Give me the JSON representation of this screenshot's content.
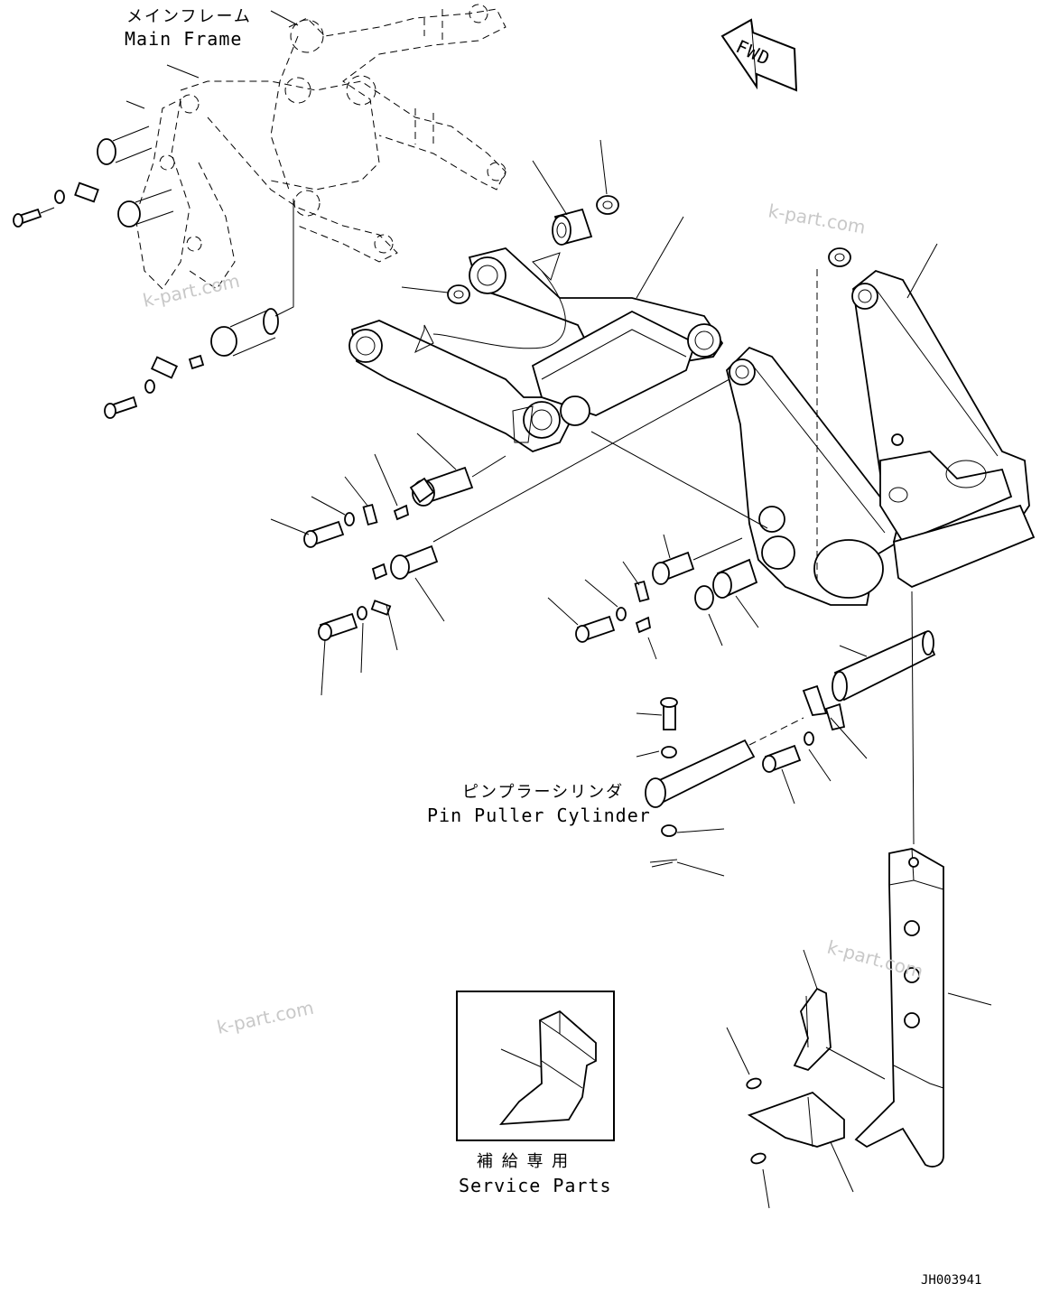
{
  "labels": {
    "main_frame_jp": "メインフレーム",
    "main_frame_en": "Main Frame",
    "fwd": "FWD",
    "pin_puller_jp": "ピンプラーシリンダ",
    "pin_puller_en": "Pin Puller Cylinder",
    "service_parts_jp": "補 給 専 用",
    "service_parts_en": "Service Parts",
    "drawing_code": "JH003941"
  },
  "watermarks": [
    "k-part.com",
    "k-part.com",
    "k-part.com",
    "k-part.com"
  ]
}
